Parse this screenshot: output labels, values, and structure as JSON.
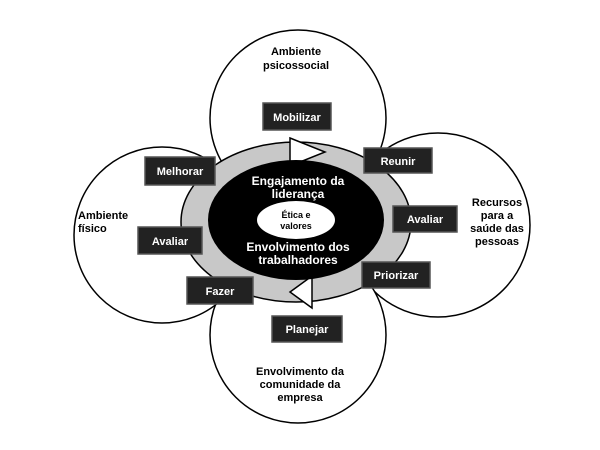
{
  "petals": {
    "top_label": [
      "Ambiente",
      "psicossocial"
    ],
    "right_label": [
      "Recursos",
      "para a",
      "saúde das",
      "pessoas"
    ],
    "left_label": [
      "Ambiente",
      "físico"
    ],
    "bottom_label": [
      "Envolvimento da",
      "comunidade da",
      "empresa"
    ]
  },
  "core": {
    "top_text": [
      "Engajamento da",
      "liderança"
    ],
    "center_text": [
      "Ética e",
      "valores"
    ],
    "bottom_text": [
      "Envolvimento dos",
      "trabalhadores"
    ]
  },
  "steps": {
    "mobilizar": "Mobilizar",
    "reunir": "Reunir",
    "avaliar_right": "Avaliar",
    "priorizar": "Priorizar",
    "planejar": "Planejar",
    "fazer": "Fazer",
    "avaliar_left": "Avaliar",
    "melhorar": "Melhorar"
  },
  "colors": {
    "box_fill": "#222222",
    "core_fill": "#000000",
    "ring_fill": "#c8c8c8"
  }
}
